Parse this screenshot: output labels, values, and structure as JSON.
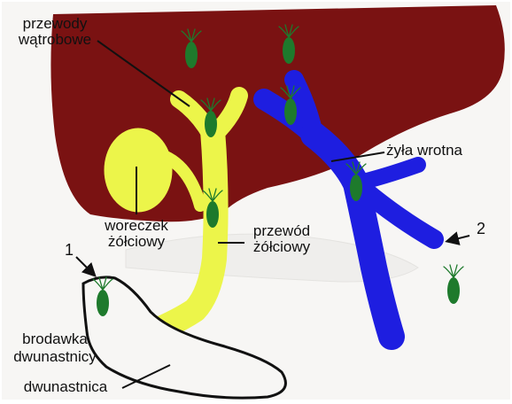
{
  "labels": {
    "hepatic_ducts_line1": "przewody",
    "hepatic_ducts_line2": "wątrobowe",
    "portal_vein": "żyła wrotna",
    "gallbladder_line1": "woreczek",
    "gallbladder_line2": "żółciowy",
    "bile_duct_line1": "przewód",
    "bile_duct_line2": "żółciowy",
    "marker_1": "1",
    "marker_2": "2",
    "papilla_line1": "brodawka",
    "papilla_line2": "dwunastnicy",
    "duodenum": "dwunastnica"
  },
  "colors": {
    "liver": "#7a1212",
    "bile": "#ecf54a",
    "vein": "#1e1ee0",
    "parasite": "#1e7a2c",
    "outline": "#111111",
    "background": "#f7f6f4"
  },
  "icons": {
    "parasite": "flagellate-parasite-icon",
    "arrow": "pointer-arrow-icon"
  }
}
